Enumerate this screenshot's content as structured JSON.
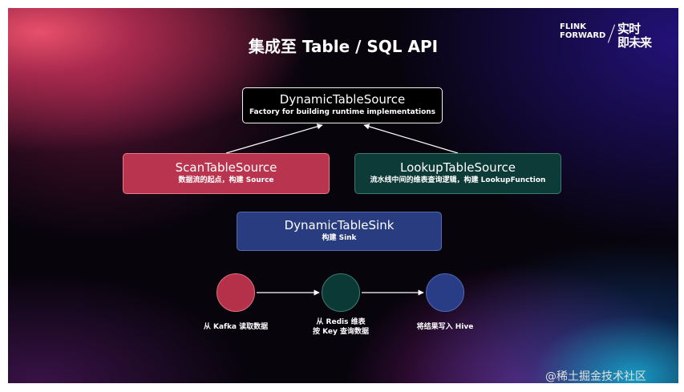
{
  "slide": {
    "title": "集成至 Table / SQL API"
  },
  "logo": {
    "line1": "FLINK",
    "line2": "FORWARD",
    "cn_line1": "实时",
    "cn_line2": "即未来"
  },
  "diagram": {
    "source": {
      "name": "DynamicTableSource",
      "desc": "Factory for building runtime implementations"
    },
    "scan": {
      "name": "ScanTableSource",
      "desc": "数据流的起点，构建 Source"
    },
    "lookup": {
      "name": "LookupTableSource",
      "desc": "流水线中间的维表查询逻辑，构建 LookupFunction"
    },
    "sink": {
      "name": "DynamicTableSink",
      "desc": "构建 Sink"
    },
    "flow": [
      {
        "line1": "从 Kafka 读取数据",
        "line2": "",
        "color": "#b53149"
      },
      {
        "line1": "从 Redis 维表",
        "line2": "按 Key 查询数据",
        "color": "#0b3a36"
      },
      {
        "line1": "将结果写入 Hive",
        "line2": "",
        "color": "#283d86"
      }
    ]
  },
  "watermark": "@稀土掘金技术社区"
}
